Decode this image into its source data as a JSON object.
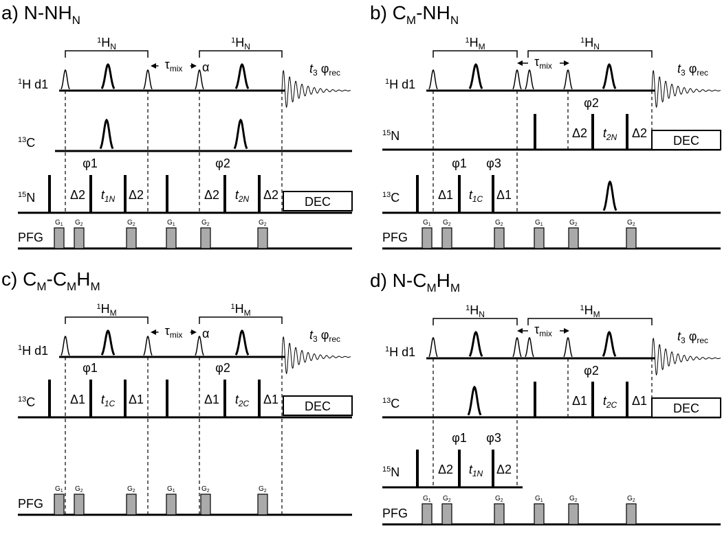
{
  "diagram": {
    "panels": [
      {
        "id": "a",
        "title": {
          "prefix": "a)  N-NH",
          "sub": "N",
          "rest": ""
        },
        "bracket1": {
          "base": "H",
          "sup": "1",
          "sub": "N"
        },
        "bracket2": {
          "base": "H",
          "sup": "1",
          "sub": "N"
        },
        "h_row": {
          "sup": "1",
          "text": "H d1"
        },
        "row2": {
          "sup": "13",
          "text": "C"
        },
        "row3": {
          "sup": "15",
          "text": "N"
        },
        "pfg": "PFG",
        "mix": {
          "base": "τ",
          "sub": "mix"
        },
        "alpha": "α",
        "acq": {
          "t": "t",
          "tsub": "3",
          "phi": "φ",
          "phisub": "rec"
        },
        "delays": {
          "a1": "Δ2",
          "a2": "Δ2",
          "b1": "Δ2",
          "b2": "Δ2",
          "t1": {
            "base": "t",
            "sub": "1N"
          },
          "t2": {
            "base": "t",
            "sub": "2N"
          }
        },
        "phases": [
          "φ1",
          "φ2"
        ],
        "dec": "DEC",
        "gradients": [
          {
            "b": "G",
            "s": "1"
          },
          {
            "b": "G",
            "s": "2"
          },
          {
            "b": "G",
            "s": "2"
          },
          {
            "b": "G",
            "s": "1"
          },
          {
            "b": "G",
            "s": "2"
          },
          {
            "b": "G",
            "s": "2"
          }
        ]
      },
      {
        "id": "b",
        "title": {
          "prefix": "b)  C",
          "sub": "M",
          "rest": "-NH",
          "sub2": "N"
        },
        "bracket1": {
          "base": "H",
          "sup": "1",
          "sub": "M"
        },
        "bracket2": {
          "base": "H",
          "sup": "1",
          "sub": "N"
        },
        "h_row": {
          "sup": "1",
          "text": "H d1"
        },
        "row2": {
          "sup": "15",
          "text": "N"
        },
        "row3": {
          "sup": "13",
          "text": "C"
        },
        "pfg": "PFG",
        "mix": {
          "base": "τ",
          "sub": "mix"
        },
        "acq": {
          "t": "t",
          "tsub": "3",
          "phi": "φ",
          "phisub": "rec"
        },
        "delays": {
          "a1": "Δ1",
          "a2": "Δ1",
          "b1": "Δ2",
          "b2": "Δ2",
          "t1": {
            "base": "t",
            "sub": "1C"
          },
          "t2": {
            "base": "t",
            "sub": "2N"
          }
        },
        "phases": [
          "φ1",
          "φ3",
          "φ2"
        ],
        "dec": "DEC",
        "gradients": [
          {
            "b": "G",
            "s": "1"
          },
          {
            "b": "G",
            "s": "2"
          },
          {
            "b": "G",
            "s": "2"
          },
          {
            "b": "G",
            "s": "1"
          },
          {
            "b": "G",
            "s": "2"
          },
          {
            "b": "G",
            "s": "2"
          }
        ]
      },
      {
        "id": "c",
        "title": {
          "prefix": "c)  C",
          "sub": "M",
          "rest": "-C",
          "sub2": "M",
          "rest2": "H",
          "sub3": "M"
        },
        "bracket1": {
          "base": "H",
          "sup": "1",
          "sub": "M"
        },
        "bracket2": {
          "base": "H",
          "sup": "1",
          "sub": "M"
        },
        "h_row": {
          "sup": "1",
          "text": "H d1"
        },
        "row2": {
          "sup": "13",
          "text": "C"
        },
        "pfg": "PFG",
        "mix": {
          "base": "τ",
          "sub": "mix"
        },
        "alpha": "α",
        "acq": {
          "t": "t",
          "tsub": "3",
          "phi": "φ",
          "phisub": "rec"
        },
        "delays": {
          "a1": "Δ1",
          "a2": "Δ1",
          "b1": "Δ1",
          "b2": "Δ1",
          "t1": {
            "base": "t",
            "sub": "1C"
          },
          "t2": {
            "base": "t",
            "sub": "2C"
          }
        },
        "phases": [
          "φ1",
          "φ2"
        ],
        "dec": "DEC",
        "gradients": [
          {
            "b": "G",
            "s": "1"
          },
          {
            "b": "G",
            "s": "2"
          },
          {
            "b": "G",
            "s": "2"
          },
          {
            "b": "G",
            "s": "1"
          },
          {
            "b": "G",
            "s": "2"
          },
          {
            "b": "G",
            "s": "2"
          }
        ]
      },
      {
        "id": "d",
        "title": {
          "prefix": "d)  N-C",
          "sub": "M",
          "rest": "H",
          "sub2": "M"
        },
        "bracket1": {
          "base": "H",
          "sup": "1",
          "sub": "N"
        },
        "bracket2": {
          "base": "H",
          "sup": "1",
          "sub": "M"
        },
        "h_row": {
          "sup": "1",
          "text": "H d1"
        },
        "row2": {
          "sup": "13",
          "text": "C"
        },
        "row3": {
          "sup": "15",
          "text": "N"
        },
        "pfg": "PFG",
        "mix": {
          "base": "τ",
          "sub": "mix"
        },
        "acq": {
          "t": "t",
          "tsub": "3",
          "phi": "φ",
          "phisub": "rec"
        },
        "delays": {
          "a1": "Δ2",
          "a2": "Δ2",
          "b1": "Δ1",
          "b2": "Δ1",
          "t1": {
            "base": "t",
            "sub": "1N"
          },
          "t2": {
            "base": "t",
            "sub": "2C"
          }
        },
        "phases": [
          "φ1",
          "φ3",
          "φ2"
        ],
        "dec": "DEC",
        "gradients": [
          {
            "b": "G",
            "s": "1"
          },
          {
            "b": "G",
            "s": "2"
          },
          {
            "b": "G",
            "s": "2"
          },
          {
            "b": "G",
            "s": "1"
          },
          {
            "b": "G",
            "s": "2"
          },
          {
            "b": "G",
            "s": "2"
          }
        ]
      }
    ]
  }
}
